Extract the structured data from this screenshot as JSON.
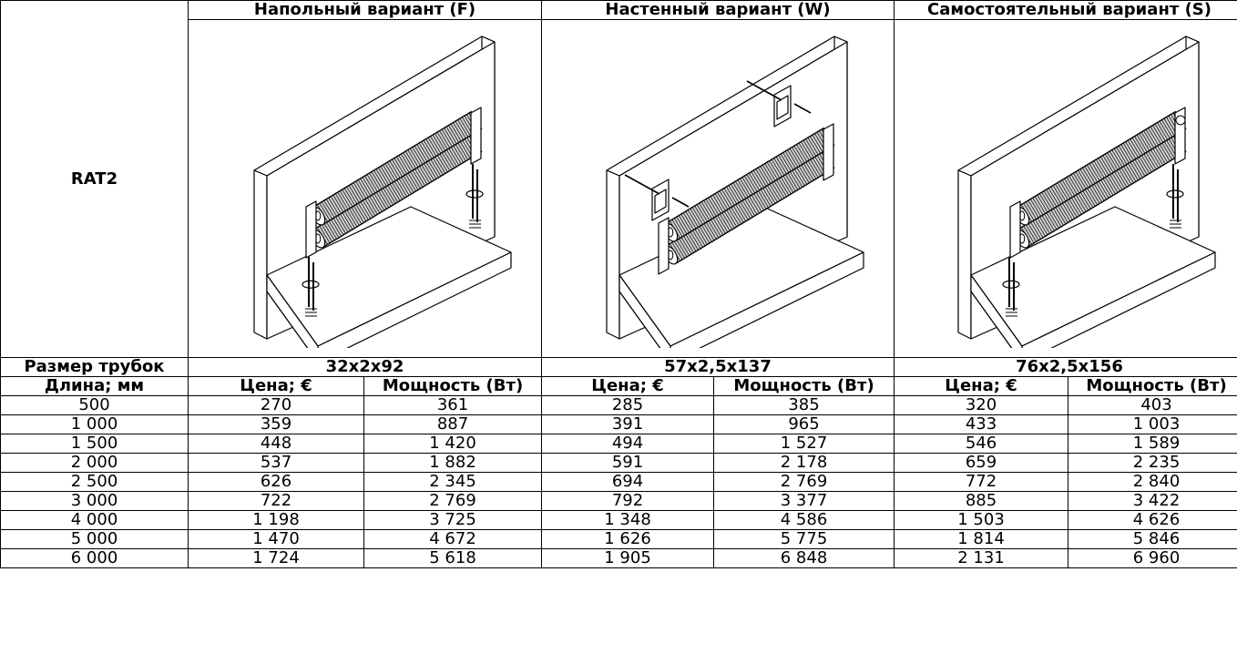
{
  "model": "RAT2",
  "variants": [
    {
      "title": "Напольный вариант (F)",
      "tube_size": "32x2x92",
      "icon": "floor-mounted-radiator-illustration"
    },
    {
      "title": "Настенный вариант (W)",
      "tube_size": "57x2,5x137",
      "icon": "wall-mounted-radiator-illustration"
    },
    {
      "title": "Самостоятельный вариант (S)",
      "tube_size": "76x2,5x156",
      "icon": "freestanding-radiator-illustration"
    }
  ],
  "labels": {
    "tube_size": "Размер трубок",
    "length": "Длина; мм",
    "price": "Цена; €",
    "power": "Мощность (Вт)"
  },
  "rows": [
    {
      "length": "500",
      "cells": [
        "270",
        "361",
        "285",
        "385",
        "320",
        "403"
      ]
    },
    {
      "length": "1 000",
      "cells": [
        "359",
        "887",
        "391",
        "965",
        "433",
        "1 003"
      ]
    },
    {
      "length": "1 500",
      "cells": [
        "448",
        "1 420",
        "494",
        "1 527",
        "546",
        "1 589"
      ]
    },
    {
      "length": "2 000",
      "cells": [
        "537",
        "1 882",
        "591",
        "2 178",
        "659",
        "2 235"
      ]
    },
    {
      "length": "2 500",
      "cells": [
        "626",
        "2 345",
        "694",
        "2 769",
        "772",
        "2 840"
      ]
    },
    {
      "length": "3 000",
      "cells": [
        "722",
        "2 769",
        "792",
        "3 377",
        "885",
        "3 422"
      ]
    },
    {
      "length": "4 000",
      "cells": [
        "1 198",
        "3 725",
        "1 348",
        "4 586",
        "1 503",
        "4 626"
      ]
    },
    {
      "length": "5 000",
      "cells": [
        "1 470",
        "4 672",
        "1 626",
        "5 775",
        "1 814",
        "5 846"
      ]
    },
    {
      "length": "6 000",
      "cells": [
        "1 724",
        "5 618",
        "1 905",
        "6 848",
        "2 131",
        "6 960"
      ]
    }
  ]
}
